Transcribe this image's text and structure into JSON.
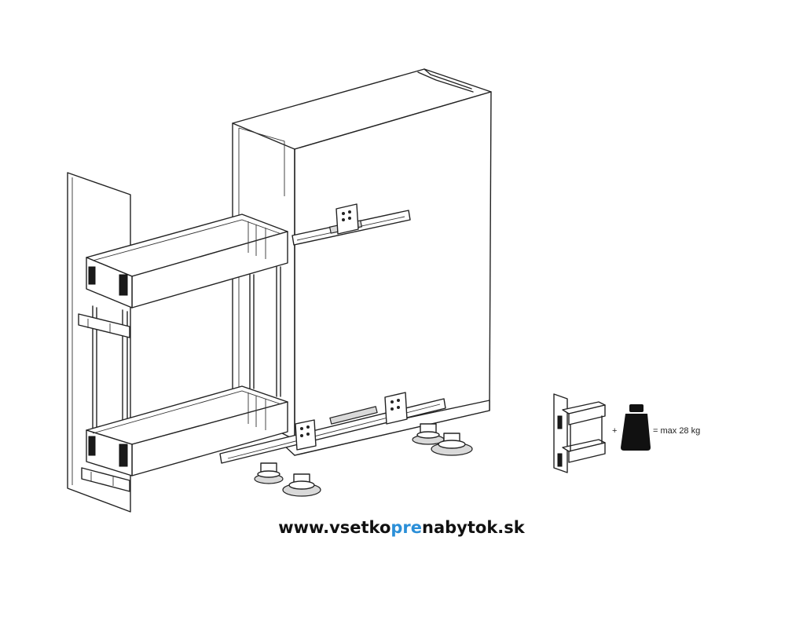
{
  "website": {
    "prefix": "www.vsetko",
    "accent": "pre",
    "suffix": "nabytok.sk",
    "accent_color": "#2b8fd8"
  },
  "load_note": {
    "plus": "+",
    "text": "= max 28 kg"
  },
  "icons": {
    "weight": "weight-icon"
  }
}
